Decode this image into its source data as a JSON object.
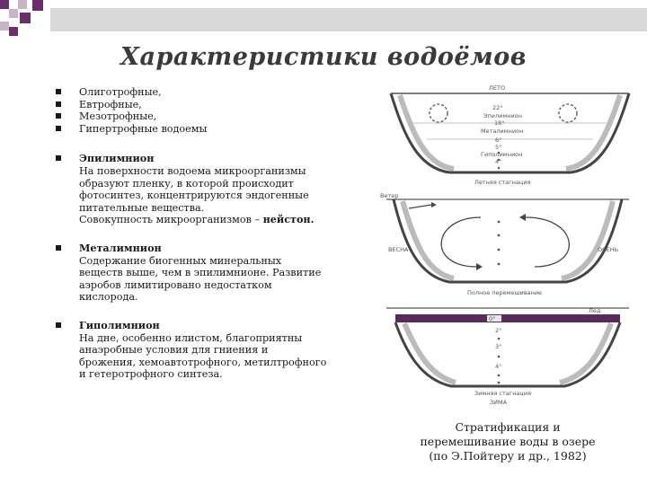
{
  "title": "Характеристики водоёмов",
  "bullets": [
    {
      "lines": [
        "Олиготрофные,",
        "Евтрофные,",
        "Мезотрофные,",
        "Гипертрофные водоемы"
      ]
    },
    {
      "heading": "Эпилимнион",
      "lines": [
        "На поверхности водоема микроорганизмы",
        "образуют пленку, в которой происходит",
        "фотосинтез, концентрируются эндогенные",
        "питательные вещества."
      ],
      "last_prefix": "Совокупность микроорганизмов – ",
      "last_bold": "нейстон."
    },
    {
      "heading": "Металимнион",
      "lines": [
        "Содержание биогенных минеральных",
        "веществ выше, чем в эпилимнионе. Развитие",
        "аэробов лимитировано недостатком",
        "кислорода."
      ]
    },
    {
      "heading": "Гиполимнион",
      "lines": [
        "На дне, особенно илистом, благоприятны",
        "анаэробные условия для гниения и",
        "брожения, хемоавтотрофного, метилтрофного",
        "и гетеротрофного синтеза."
      ]
    }
  ],
  "diagram": {
    "summer": {
      "season": "ЛЕТО",
      "temp_top": "22°",
      "layer1": "Эпилимнион",
      "temp_mid": "18°",
      "layer2": "Металимнион",
      "temp_a": "6°",
      "temp_b": "5°",
      "layer3": "Гиполимнион",
      "temp_bottom": "4°",
      "caption": "Летняя стагнация"
    },
    "spring": {
      "wind": "Ветер",
      "left": "ВЕСНА",
      "right": "ОСЕНЬ",
      "caption": "Полное перемешивание"
    },
    "winter": {
      "ice": "Лед",
      "temp_top": "0°",
      "temp_b": "2°",
      "temp_c": "3°",
      "temp_bottom": "4°",
      "caption": "Зимняя стагнация",
      "season": "ЗИМА"
    }
  },
  "caption": [
    "Стратификация и",
    "перемешивание воды в озере",
    "(по Э.Пойтеру и др., 1982)"
  ]
}
